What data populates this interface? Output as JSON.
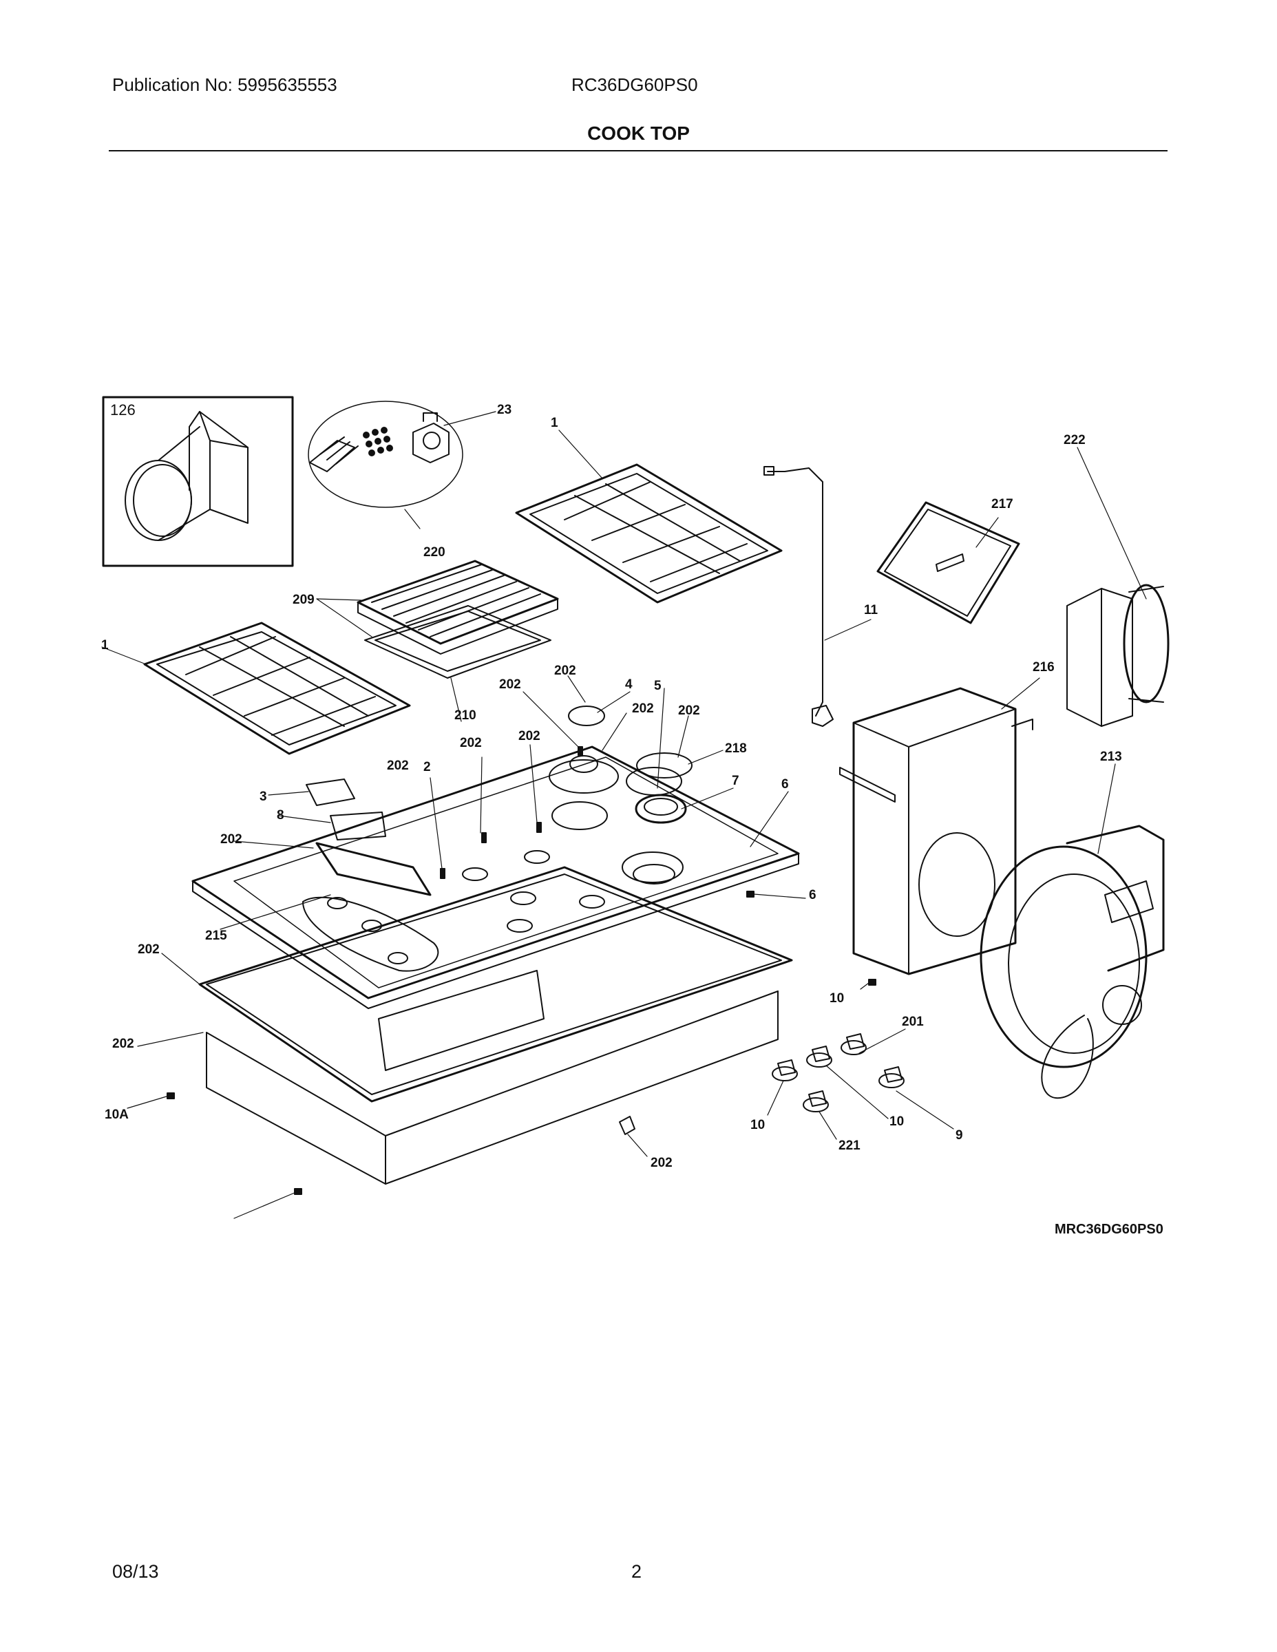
{
  "header": {
    "publication": "Publication No: 5995635553",
    "model": "RC36DG60PS0",
    "title": "COOK TOP"
  },
  "footer": {
    "date": "08/13",
    "page": "2"
  },
  "diagram": {
    "drawing_code": "MRC36DG60PS0",
    "inset_label": "126",
    "callouts": [
      "23",
      "1",
      "222",
      "217",
      "220",
      "209",
      "11",
      "1",
      "216",
      "202",
      "4",
      "202",
      "210",
      "202",
      "5",
      "202",
      "202",
      "202",
      "202",
      "2",
      "218",
      "213",
      "6",
      "3",
      "7",
      "8",
      "202",
      "6",
      "215",
      "202",
      "10",
      "201",
      "202",
      "10A",
      "10",
      "221",
      "10",
      "9",
      "202"
    ]
  }
}
